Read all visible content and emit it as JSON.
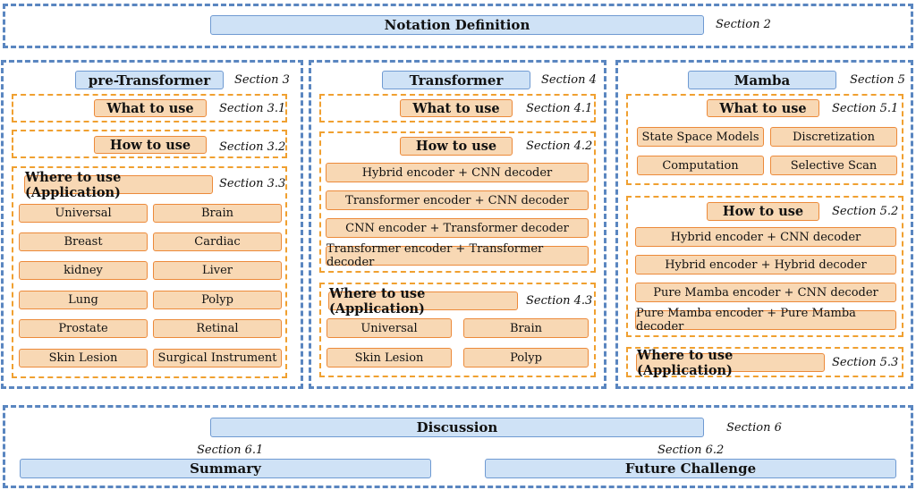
{
  "notation": {
    "title": "Notation Definition",
    "section": "Section 2"
  },
  "pre_transformer": {
    "title": "pre-Transformer",
    "section": "Section 3",
    "what": {
      "label": "What to use",
      "section": "Section 3.1"
    },
    "how": {
      "label": "How to use",
      "section": "Section 3.2"
    },
    "where": {
      "label": "Where to use (Application)",
      "section": "Section 3.3",
      "items": [
        "Universal",
        "Brain",
        "Breast",
        "Cardiac",
        "kidney",
        "Liver",
        "Lung",
        "Polyp",
        "Prostate",
        "Retinal",
        "Skin Lesion",
        "Surgical Instrument"
      ]
    }
  },
  "transformer": {
    "title": "Transformer",
    "section": "Section 4",
    "what": {
      "label": "What to use",
      "section": "Section 4.1"
    },
    "how": {
      "label": "How to use",
      "section": "Section 4.2",
      "items": [
        "Hybrid encoder + CNN decoder",
        "Transformer encoder + CNN decoder",
        "CNN encoder + Transformer decoder",
        "Transformer encoder + Transformer decoder"
      ]
    },
    "where": {
      "label": "Where to use (Application)",
      "section": "Section 4.3",
      "items": [
        "Universal",
        "Brain",
        "Skin Lesion",
        "Polyp"
      ]
    }
  },
  "mamba": {
    "title": "Mamba",
    "section": "Section 5",
    "what": {
      "label": "What to use",
      "section": "Section 5.1",
      "items": [
        "State Space Models",
        "Discretization",
        "Computation",
        "Selective Scan"
      ]
    },
    "how": {
      "label": "How to use",
      "section": "Section 5.2",
      "items": [
        "Hybrid encoder + CNN decoder",
        "Hybrid encoder + Hybrid decoder",
        "Pure Mamba encoder + CNN decoder",
        "Pure Mamba encoder + Pure Mamba decoder"
      ]
    },
    "where": {
      "label": "Where to use (Application)",
      "section": "Section 5.3"
    }
  },
  "discussion": {
    "title": "Discussion",
    "section": "Section 6",
    "summary": {
      "label": "Summary",
      "section": "Section 6.1"
    },
    "future": {
      "label": "Future Challenge",
      "section": "Section 6.2"
    }
  }
}
